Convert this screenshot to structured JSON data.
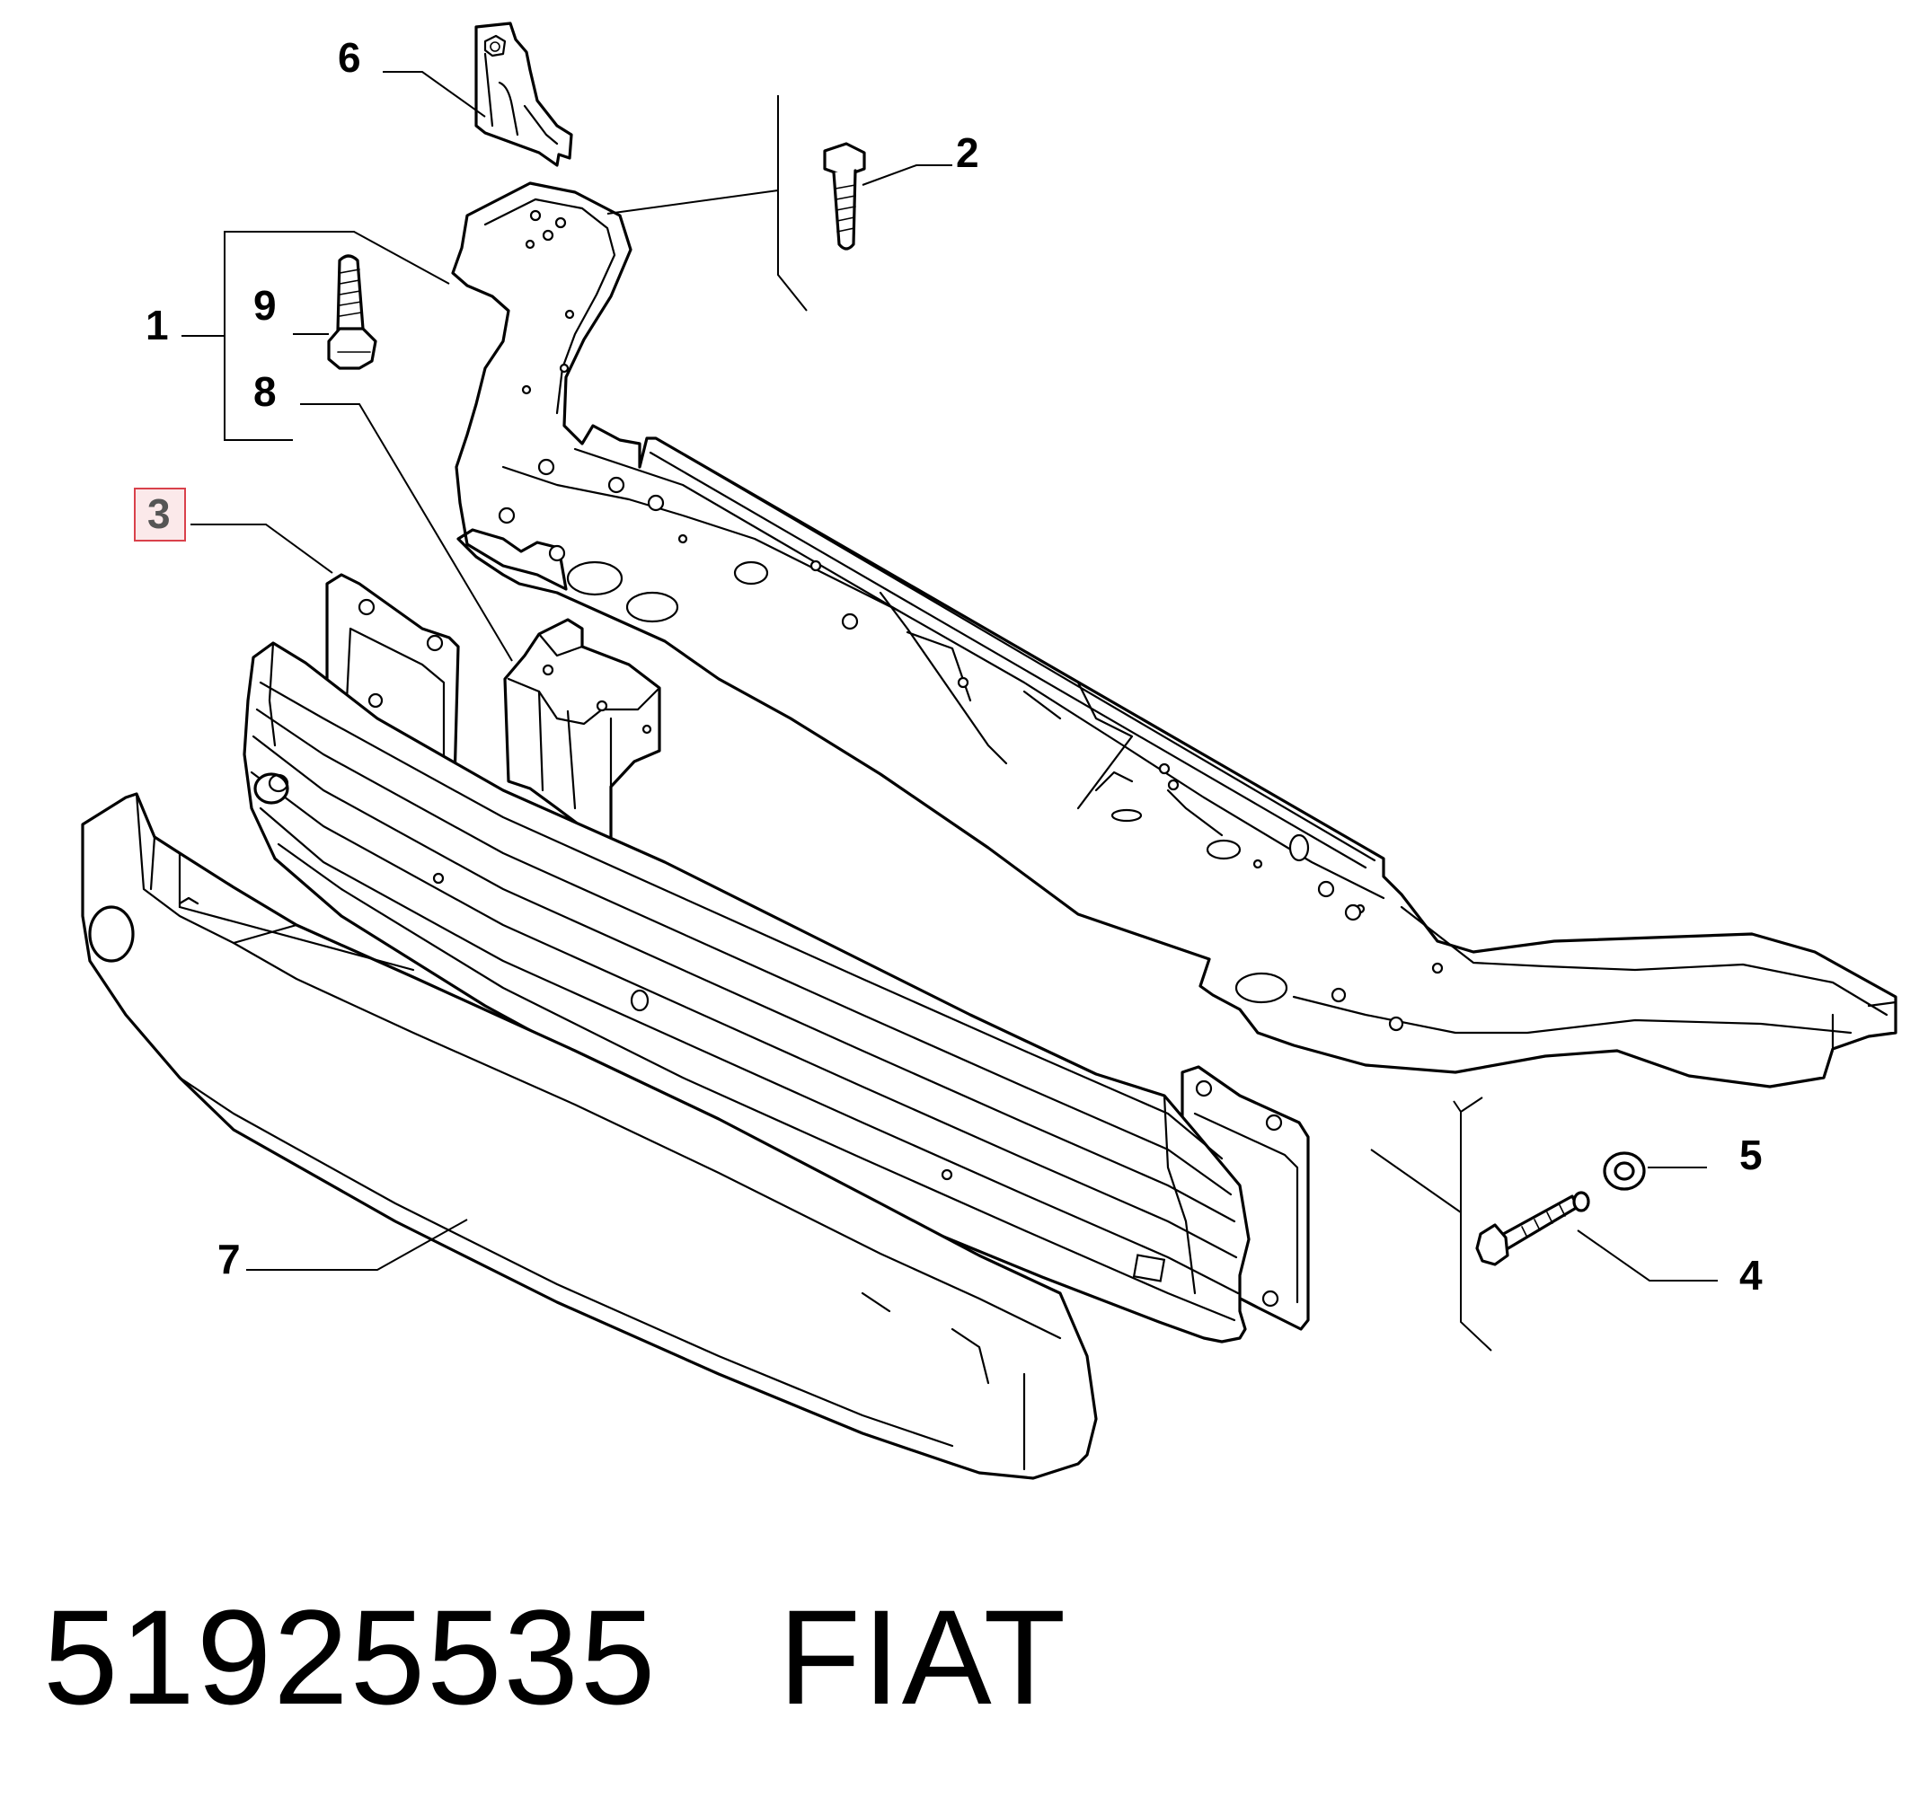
{
  "callouts": {
    "c1": "1",
    "c2": "2",
    "c3": "3",
    "c4": "4",
    "c5": "5",
    "c6": "6",
    "c7": "7",
    "c8": "8",
    "c9": "9"
  },
  "highlighted_callout": "3",
  "highlight_color": "#d9414b",
  "footer": {
    "part_number": "51925535",
    "brand": "FIAT"
  }
}
